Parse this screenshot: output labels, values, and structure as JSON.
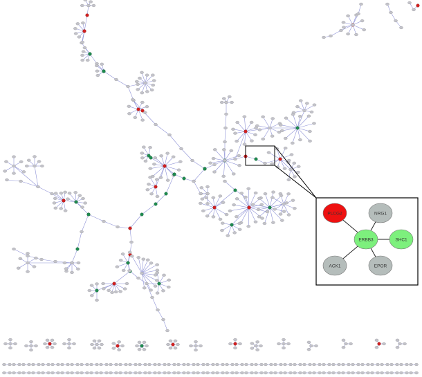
{
  "inset": {
    "center": {
      "label": "ERBB3",
      "color": "#7df07d"
    },
    "neighbors": [
      {
        "label": "PLCG2",
        "color": "#ee1111"
      },
      {
        "label": "NRG1",
        "color": "#b5bdbb"
      },
      {
        "label": "SHC1",
        "color": "#7df07d"
      },
      {
        "label": "EPOR",
        "color": "#b5bdbb"
      },
      {
        "label": "ACK1",
        "color": "#b5bdbb"
      }
    ]
  },
  "colors": {
    "edge": "#8e92d6",
    "node_default": "#c3c3c9",
    "node_highlight_red": "#d21f1f",
    "node_highlight_green": "#1e8b4f"
  }
}
